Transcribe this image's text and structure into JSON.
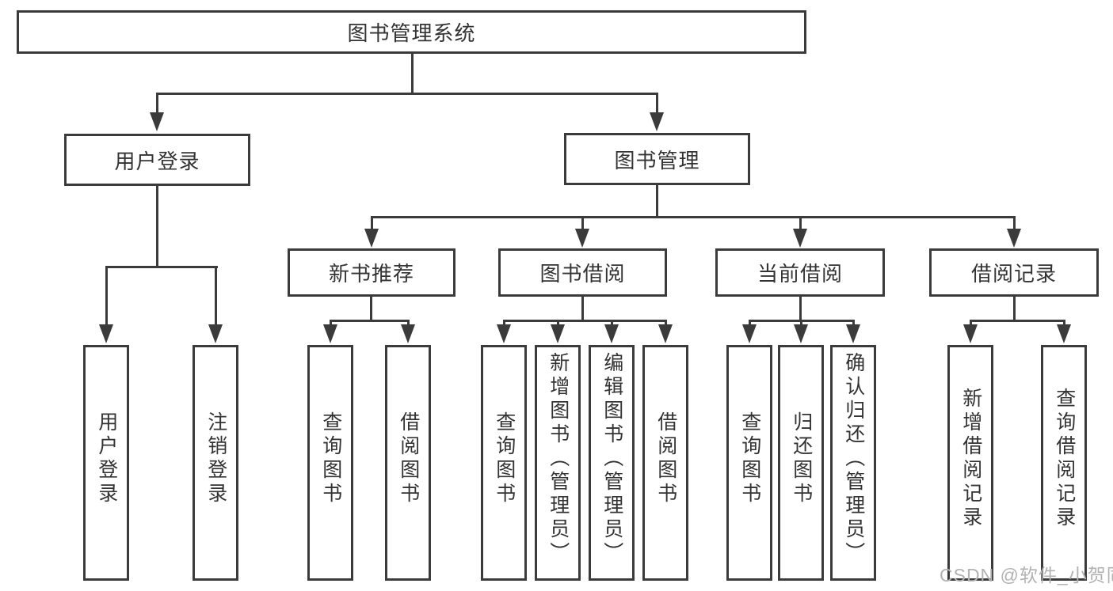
{
  "diagram_title": "图书管理系统",
  "nodes": {
    "root": {
      "label": "图书管理系统"
    },
    "level2": [
      {
        "label": "用户登录",
        "parent": "图书管理系统"
      },
      {
        "label": "图书管理",
        "parent": "图书管理系统"
      }
    ],
    "level3": [
      {
        "label": "新书推荐",
        "parent": "图书管理"
      },
      {
        "label": "图书借阅",
        "parent": "图书管理"
      },
      {
        "label": "当前借阅",
        "parent": "图书管理"
      },
      {
        "label": "借阅记录",
        "parent": "图书管理"
      }
    ],
    "leaves": [
      {
        "label": "用户登录",
        "parent": "用户登录"
      },
      {
        "label": "注销登录",
        "parent": "用户登录"
      },
      {
        "label": "查询图书",
        "parent": "新书推荐"
      },
      {
        "label": "借阅图书",
        "parent": "新书推荐"
      },
      {
        "label": "查询图书",
        "parent": "图书借阅"
      },
      {
        "label": "新增图书（管理员）",
        "parent": "图书借阅"
      },
      {
        "label": "编辑图书（管理员）",
        "parent": "图书借阅"
      },
      {
        "label": "借阅图书",
        "parent": "图书借阅"
      },
      {
        "label": "查询图书",
        "parent": "当前借阅"
      },
      {
        "label": "归还图书",
        "parent": "当前借阅"
      },
      {
        "label": "确认归还（管理员）",
        "parent": "当前借阅"
      },
      {
        "label": "新增借阅记录",
        "parent": "借阅记录"
      },
      {
        "label": "查询借阅记录",
        "parent": "借阅记录"
      }
    ]
  },
  "watermark": "CSDN @软件_小贺同学",
  "colors": {
    "line": "#3b3b3b",
    "text": "#333333",
    "bg": "#ffffff",
    "watermark": "#b2b2b2"
  }
}
